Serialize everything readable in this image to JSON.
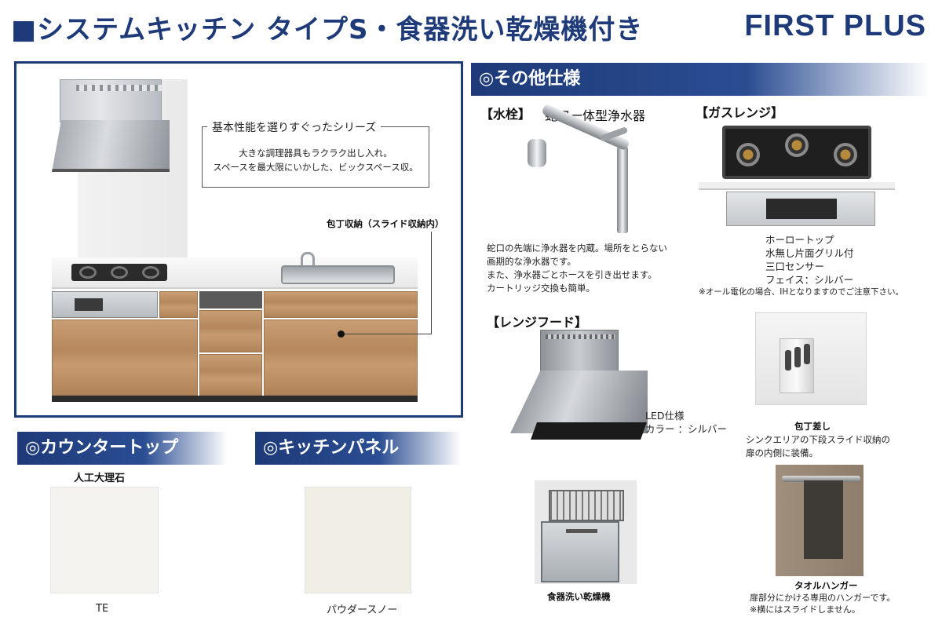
{
  "header": {
    "title": "■システムキッチン タイプS・食器洗い乾燥機付き",
    "brand": "FIRST PLUS"
  },
  "kitchen": {
    "callout_title": "基本性能を選りすぐったシリーズ",
    "callout_body": "大きな調理器具もラクラク出し入れ。\nスペースを最大限にいかした、ビックスペース収。",
    "knife_storage_label": "包丁収納（スライド収納内）"
  },
  "sections": {
    "countertop": "◎カウンタートップ",
    "panel": "◎キッチンパネル",
    "other": "◎その他仕様"
  },
  "faucet": {
    "title": "【水栓】",
    "name": "蛇口一体型浄水器",
    "description": "蛇口の先端に浄水器を内蔵。場所をとらない\n画期的な浄水器です。\nまた、浄水器ごとホースを引き出せます。\nカートリッジ交換も簡単。"
  },
  "gas_range": {
    "title": "【ガスレンジ】",
    "features": "ホーロートップ\n水無し片面グリル付\n三口センサー\nフェイス：シルバー",
    "note": "※オール電化の場合、IHとなりますのでご注意下さい。"
  },
  "range_hood": {
    "title": "【レンジフード】",
    "spec": "LED仕様\nカラー ：シルバー"
  },
  "knife_holder": {
    "title": "包丁差し",
    "description": "シンクエリアの下段スライド収納の\n扉の内側に装備。"
  },
  "dishwasher": {
    "title": "食器洗い乾燥機"
  },
  "towel_hanger": {
    "title": "タオルハンガー",
    "description": "扉部分にかける専用のハンガーです。\n※横にはスライドしません。"
  },
  "countertop": {
    "material": "人工大理石",
    "color_name": "TE",
    "swatch_color": "#f4f3ef"
  },
  "panel": {
    "color_name": "パウダースノー",
    "swatch_color": "#f1eee6"
  },
  "colors": {
    "brand": "#1e3a78",
    "wood": "#b98a5f"
  }
}
